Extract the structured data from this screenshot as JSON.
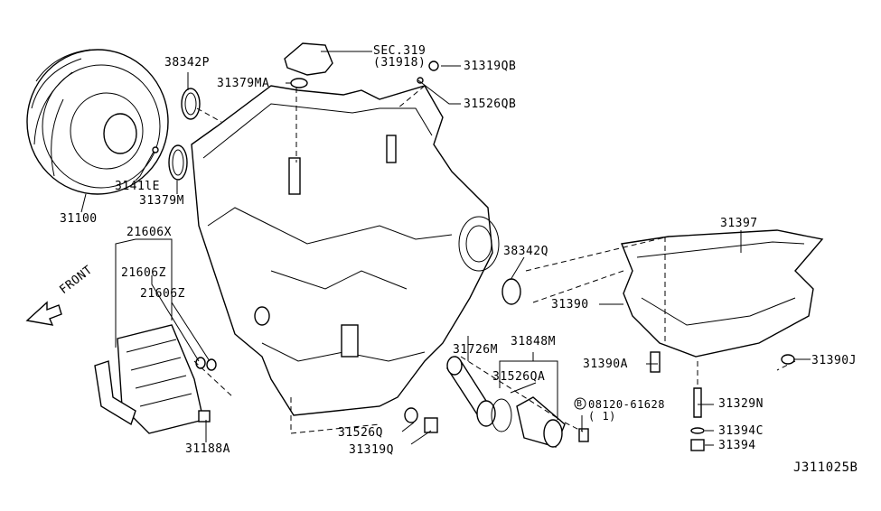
{
  "diagram_id": "J311025B",
  "front_label": "FRONT",
  "labels": {
    "p38342P": "38342P",
    "sec319": "SEC.319",
    "sec319_sub": "(31918)",
    "p31319QB": "31319QB",
    "p31379MA": "31379MA",
    "p31526QB": "31526QB",
    "p31411E": "3141lE",
    "p31379M": "31379M",
    "p31100": "31100",
    "p21606X": "21606X",
    "p21606Z_a": "21606Z",
    "p21606Z_b": "21606Z",
    "p31397": "31397",
    "p38342Q": "38342Q",
    "p31390": "31390",
    "p31726M": "31726M",
    "p31848M": "31848M",
    "p31526QA": "31526QA",
    "p31390A": "31390A",
    "p31390J": "31390J",
    "bolt_mark": "B",
    "bolt_code": "08120-61628",
    "bolt_qty": "( 1)",
    "p31329N": "31329N",
    "p31394C": "31394C",
    "p31394": "31394",
    "p31526Q": "31526Q",
    "p31319Q": "31319Q",
    "p31188A": "31188A"
  }
}
